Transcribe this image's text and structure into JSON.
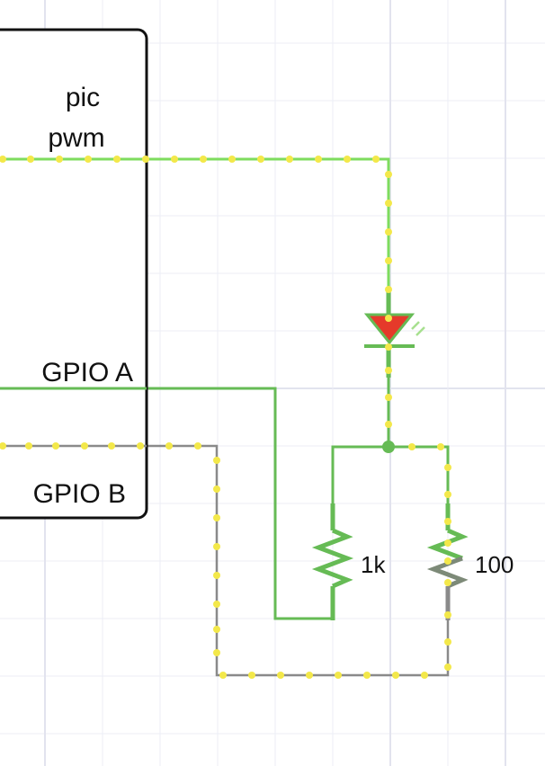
{
  "chip": {
    "label_line1": "pic",
    "label_line2": "pwm",
    "pin_a": "GPIO A",
    "pin_b": "GPIO B"
  },
  "components": {
    "resistor_1": {
      "value": "1k"
    },
    "resistor_2": {
      "value": "100"
    },
    "led": {
      "color": "#e53a2a"
    }
  },
  "colors": {
    "wire_active": "#66bb55",
    "wire_pwm": "#7edc5e",
    "wire_idle": "#8a8a8a",
    "current_dot": "#f3e84a",
    "grid": "#eceef6"
  }
}
